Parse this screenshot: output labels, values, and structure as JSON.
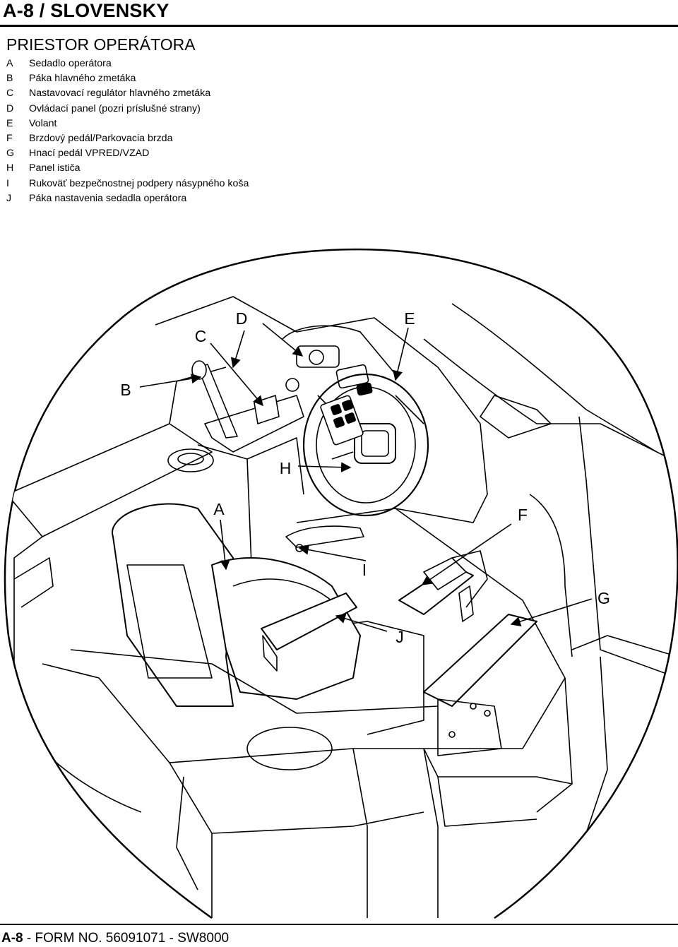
{
  "header": {
    "title": "A-8 / SLOVENSKY"
  },
  "section": {
    "title": "PRIESTOR OPERÁTORA"
  },
  "legend": [
    {
      "key": "A",
      "text": "Sedadlo operátora"
    },
    {
      "key": "B",
      "text": "Páka hlavného zmetáka"
    },
    {
      "key": "C",
      "text": "Nastavovací regulátor hlavného zmetáka"
    },
    {
      "key": "D",
      "text": "Ovládací panel (pozri príslušné strany)"
    },
    {
      "key": "E",
      "text": "Volant"
    },
    {
      "key": "F",
      "text": "Brzdový pedál/Parkovacia brzda"
    },
    {
      "key": "G",
      "text": "Hnací pedál VPRED/VZAD"
    },
    {
      "key": "H",
      "text": "Panel ističa"
    },
    {
      "key": "I",
      "text": "Rukoväť bezpečnostnej podpery násypného koša"
    },
    {
      "key": "J",
      "text": "Páka nastavenia sedadla operátora"
    }
  ],
  "figure": {
    "callouts": {
      "A": "A",
      "B": "B",
      "C": "C",
      "D": "D",
      "E": "E",
      "F": "F",
      "G": "G",
      "H": "H",
      "I": "I",
      "J": "J"
    }
  },
  "footer": {
    "page": "A-8",
    "form": " - FORM NO. 56091071 - SW8000"
  }
}
